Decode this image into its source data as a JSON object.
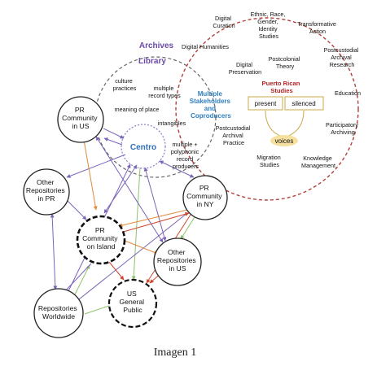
{
  "caption": "Imagen 1",
  "archives": "Archives",
  "library": "Library",
  "centro": "Centro",
  "stakeholders": [
    "Multiple",
    "Stakeholders",
    "and",
    "Coproducers"
  ],
  "library_items": {
    "culture_practices": [
      "culture",
      "practices"
    ],
    "multiple_record_types": [
      "multiple",
      "record types"
    ],
    "meaning_of_place": [
      "meaning of place"
    ],
    "intangibles": [
      "intangibles"
    ],
    "polyphonic_producers": [
      "multiple +",
      "polyphonic",
      "record",
      "producers"
    ]
  },
  "fields": {
    "digital_curation": [
      "Digital",
      "Curation"
    ],
    "ethnic_race": [
      "Ethnic, Race,",
      "Gender,",
      "Identity",
      "Studies"
    ],
    "transformative_action": [
      "Transformative",
      "Action"
    ],
    "digital_humanities": [
      "Digital Humanities"
    ],
    "postcolonial_theory": [
      "Postcolonial",
      "Theory"
    ],
    "postcustodial_research": [
      "Postcustodial",
      "Archival",
      "Research"
    ],
    "digital_preservation": [
      "Digital",
      "Preservation"
    ],
    "education": [
      "Education"
    ],
    "postcustodial_practice": [
      "Postcustodial",
      "Archival",
      "Practice"
    ],
    "participatory_archiving": [
      "Participatory",
      "Archiving"
    ],
    "migration_studies": [
      "Migration",
      "Studies"
    ],
    "knowledge_management": [
      "Knowledge",
      "Management"
    ]
  },
  "puerto_rican_studies": [
    "Puerto Rican",
    "Studies"
  ],
  "present": "present",
  "silenced": "silenced",
  "voices": "voices",
  "nodes": {
    "pr_us": [
      "PR",
      "Community",
      "in US"
    ],
    "other_pr": [
      "Other",
      "Repositories",
      "in PR"
    ],
    "pr_ny": [
      "PR",
      "Community",
      "in NY"
    ],
    "pr_island": [
      "PR",
      "Community",
      "on Island"
    ],
    "other_us": [
      "Other",
      "Repositories",
      "in US"
    ],
    "worldwide": [
      "Repositories",
      "Worldwide"
    ],
    "us_public": [
      "US",
      "General",
      "Public"
    ]
  },
  "colors": {
    "purple": "#7b63b8",
    "orange": "#e08a3c",
    "green": "#8cc26a",
    "red": "#d0442c",
    "circle_red": "#b3403a",
    "box_gold": "#c9a84a",
    "voices_fill": "#f6e0a0"
  }
}
